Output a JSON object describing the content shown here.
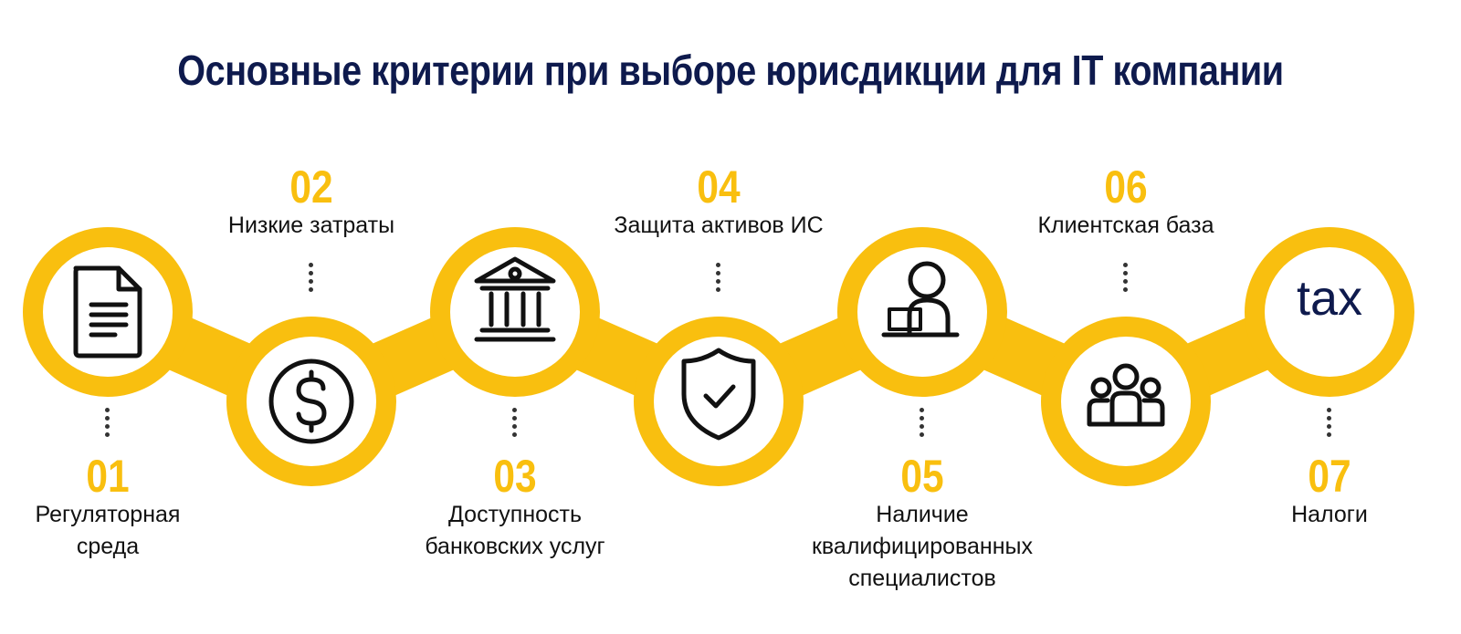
{
  "title": "Основные критерии при выборе юрисдикции для IT компании",
  "colors": {
    "accent": "#f9bf0f",
    "title": "#0e1a4d",
    "icon": "#111111"
  },
  "steps": [
    {
      "num": "01",
      "label": "Регуляторная среда",
      "icon": "document-icon",
      "position": "bottom"
    },
    {
      "num": "02",
      "label": "Низкие затраты",
      "icon": "dollar-coin-icon",
      "position": "top"
    },
    {
      "num": "03",
      "label": "Доступность банковских услуг",
      "icon": "bank-icon",
      "position": "bottom"
    },
    {
      "num": "04",
      "label": "Защита активов ИС",
      "icon": "shield-check-icon",
      "position": "top"
    },
    {
      "num": "05",
      "label": "Наличие квалифицированных специалистов",
      "icon": "person-laptop-icon",
      "position": "bottom"
    },
    {
      "num": "06",
      "label": "Клиентская база",
      "icon": "group-icon",
      "position": "top"
    },
    {
      "num": "07",
      "label": "Налоги",
      "icon": "tax-icon",
      "position": "bottom"
    }
  ],
  "tax_text": "tax"
}
